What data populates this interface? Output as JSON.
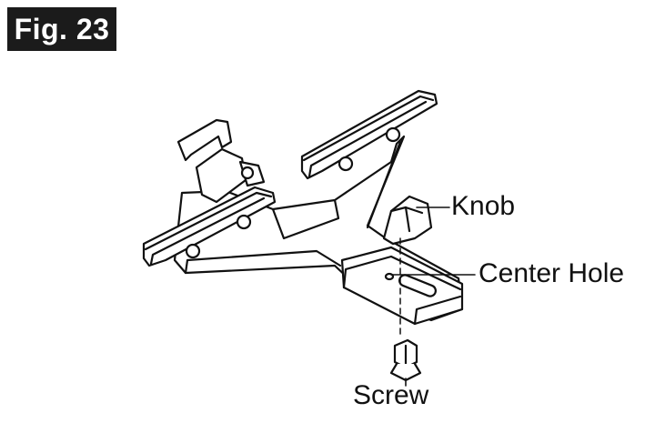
{
  "figure": {
    "label": "Fig. 23"
  },
  "labels": {
    "knob": "Knob",
    "center_hole": "Center Hole",
    "screw": "Screw"
  },
  "colors": {
    "ink": "#111111",
    "badge_background": "#1b1b1b",
    "badge_text": "#ffffff",
    "part_fill": "#ffffff"
  }
}
